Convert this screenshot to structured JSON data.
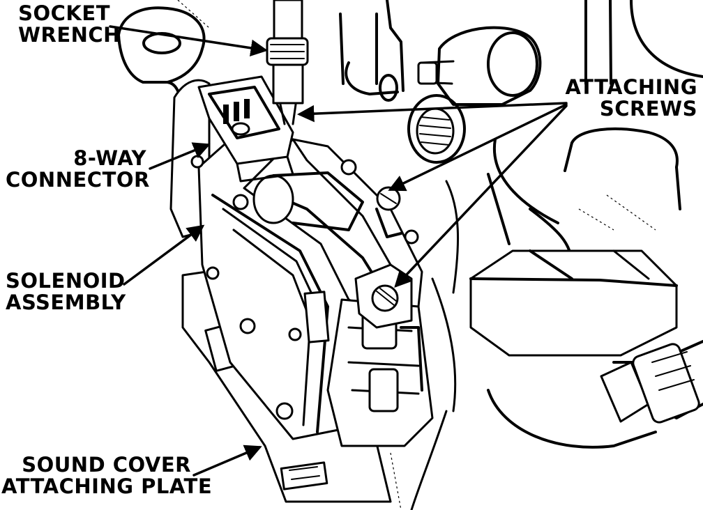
{
  "labels": {
    "socket_wrench": [
      "SOCKET",
      "WRENCH"
    ],
    "eight_way_connector": [
      "8-WAY",
      "CONNECTOR"
    ],
    "solenoid_assembly": [
      "SOLENOID",
      "ASSEMBLY"
    ],
    "sound_cover_plate": [
      "SOUND COVER",
      "ATTACHING PLATE"
    ],
    "attaching_screws": [
      "ATTACHING",
      "SCREWS"
    ]
  }
}
